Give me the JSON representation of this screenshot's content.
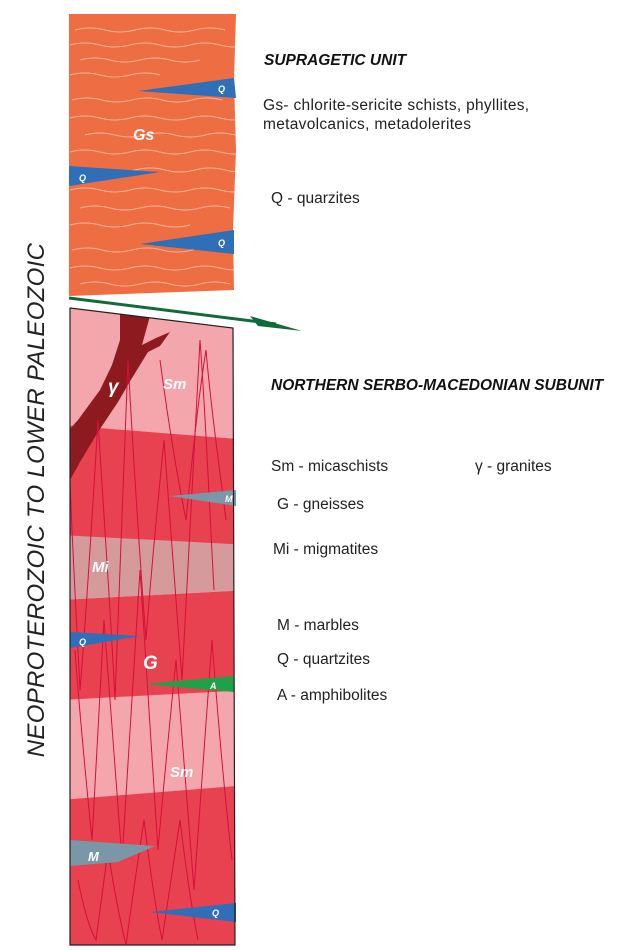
{
  "age_label": "NEOPROTEROZOIC TO LOWER PALEOZOIC",
  "upper_unit": {
    "title": "SUPRAGETIC UNIT",
    "legend": {
      "gs": "Gs- chlorite-sericite schists, phyllites,  metavolcanics, metadolerites",
      "q": "Q - quarzites"
    }
  },
  "lower_unit": {
    "title": "NORTHERN SERBO-MACEDONIAN SUBUNIT",
    "legend": {
      "sm": "Sm - micaschists",
      "gamma": "γ - granites",
      "g": "G - gneisses",
      "mi": "Mi - migmatites",
      "m": "M - marbles",
      "q": "Q - quartzites",
      "a": "A - amphibolites"
    }
  },
  "column_labels": {
    "gs": "Gs",
    "q": "Q",
    "gamma": "γ",
    "sm": "Sm",
    "m": "M",
    "mi": "Mi",
    "g": "G",
    "a": "A"
  },
  "colors": {
    "schist_orange": "#ef6d43",
    "light_pink": "#f4a6ad",
    "gneiss_red": "#e8414f",
    "migmatite": "#d59a9c",
    "granite": "#8c1a1f",
    "quartzite_blue": "#2f6fb7",
    "marble_gray": "#7a97a8",
    "amphibolite_green": "#1fa14a",
    "thrust_green": "#0f6b3a",
    "fold_line": "#d6103a"
  }
}
